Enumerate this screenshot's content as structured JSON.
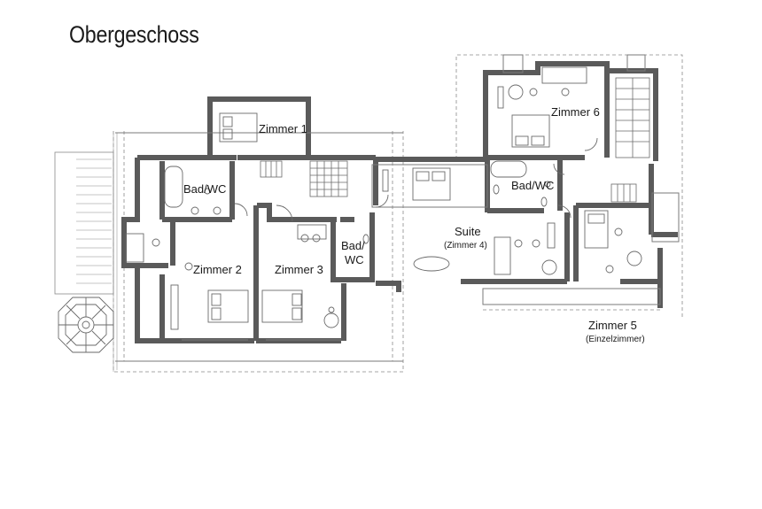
{
  "floor_title": "Obergeschoss",
  "rooms": {
    "zimmer1": "Zimmer 1",
    "bad1": "Bad/WC",
    "zimmer2": "Zimmer 2",
    "zimmer3": "Zimmer 3",
    "bad2_line1": "Bad/",
    "bad2_line2": "WC",
    "suite": "Suite",
    "suite_sub": "(Zimmer 4)",
    "bad3": "Bad/WC",
    "zimmer6": "Zimmer 6",
    "zimmer5": "Zimmer 5",
    "zimmer5_sub": "(Einzelzimmer)"
  },
  "colors": {
    "wall": "#5a5a5a",
    "line": "#7a7a7a",
    "text": "#1a1a1a"
  }
}
